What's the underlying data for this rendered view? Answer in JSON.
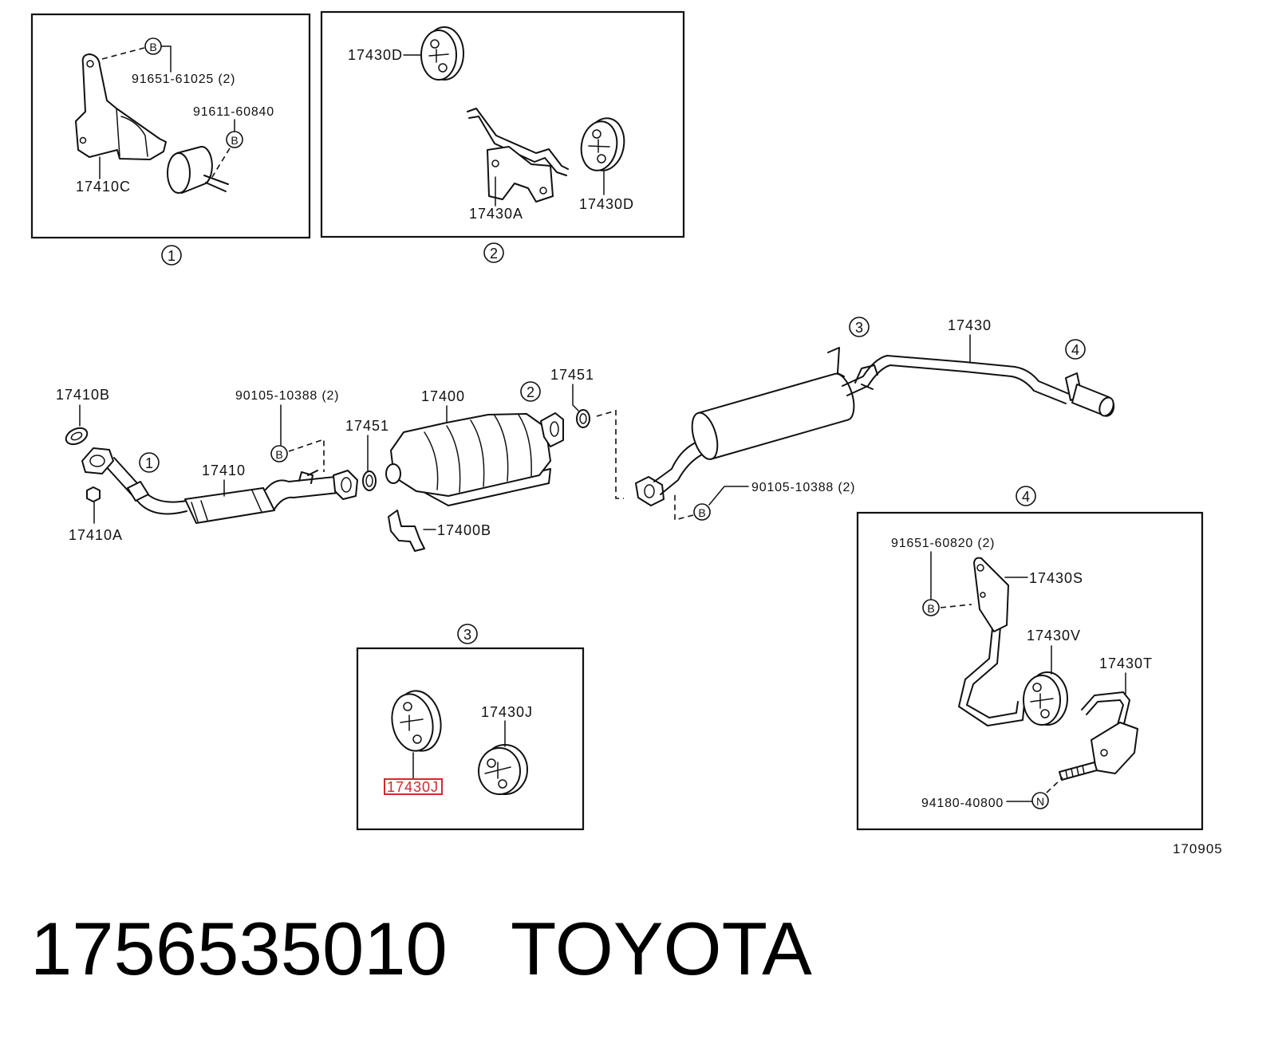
{
  "panel_1": {
    "index": "1",
    "bolt_ref_top": "B",
    "bolt_top_part": "91651-61025 (2)",
    "bolt_side_part": "91611-60840",
    "bolt_ref_side": "B",
    "bracket_part": "17410C"
  },
  "panel_2": {
    "index": "2",
    "hanger_top_part": "17430D",
    "hanger_bracket_part": "17430A",
    "hanger_right_part": "17430D"
  },
  "main_assembly": {
    "gasket_front_part": "17410B",
    "bolt_front_part": "90105-10388 (2)",
    "bolt_ref_front": "B",
    "front_pipe_index": "1",
    "front_pipe_part": "17410",
    "nut_part": "17410A",
    "gasket_mid_part": "17451",
    "converter_part": "17400",
    "converter_index": "2",
    "gasket_rear_part": "17451",
    "converter_bracket_part": "17400B",
    "tail_pipe_index": "3",
    "tail_pipe_part": "17430",
    "tail_tip_index": "4",
    "bolt_rear_part": "90105-10388 (2)",
    "bolt_ref_rear": "B"
  },
  "panel_3": {
    "index": "3",
    "hanger_right_part": "17430J",
    "hanger_left_part": "17430J"
  },
  "panel_4": {
    "index": "4",
    "bolt_part": "91651-60820 (2)",
    "bracket_part": "17430S",
    "bolt_ref": "B",
    "hanger_part": "17430V",
    "bracket_lower_part": "17430T",
    "nut_part": "94180-40800",
    "nut_ref": "N"
  },
  "illustration_code": "170905",
  "footer": {
    "part_number": "1756535010",
    "brand": "TOYOTA"
  },
  "colors": {
    "line": "#111111",
    "highlight": "#d8262c",
    "background": "#ffffff"
  }
}
